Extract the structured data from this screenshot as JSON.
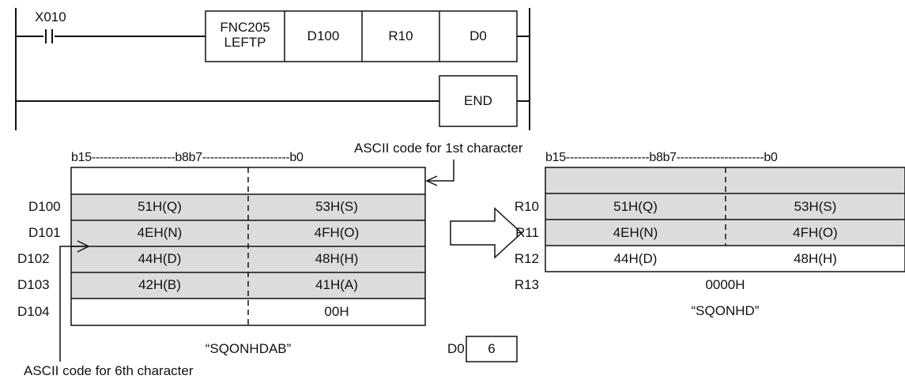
{
  "ladder": {
    "contact": "X010",
    "instruction": {
      "line1": "FNC205",
      "line2": "LEFTP"
    },
    "operands": [
      "D100",
      "R10",
      "D0"
    ],
    "end_label": "END"
  },
  "notes": {
    "first_char": "ASCII code for 1st character",
    "sixth_char": "ASCII code for 6th character"
  },
  "source": {
    "bit_header": "b15---------------------b8b7----------------------b0",
    "rows": [
      {
        "label": "D100",
        "high": "51H(Q)",
        "low": "53H(S)",
        "shaded": true
      },
      {
        "label": "D101",
        "high": "4EH(N)",
        "low": "4FH(O)",
        "shaded": true
      },
      {
        "label": "D102",
        "high": "44H(D)",
        "low": "48H(H)",
        "shaded": true
      },
      {
        "label": "D103",
        "high": "42H(B)",
        "low": "41H(A)",
        "shaded": false
      },
      {
        "label": "D104",
        "high": "",
        "low": "00H",
        "shaded": false
      }
    ],
    "string": "“SQONHDAB”"
  },
  "result": {
    "bit_header": "b15---------------------b8b7----------------------b0",
    "rows": [
      {
        "label": "R10",
        "high": "51H(Q)",
        "low": "53H(S)",
        "shaded": true
      },
      {
        "label": "R11",
        "high": "4EH(N)",
        "low": "4FH(O)",
        "shaded": true
      },
      {
        "label": "R12",
        "high": "44H(D)",
        "low": "48H(H)",
        "shaded": true
      },
      {
        "label": "R13",
        "full": "0000H",
        "shaded": false
      }
    ],
    "string": "“SQONHD”"
  },
  "count": {
    "label": "D0",
    "value": "6"
  },
  "colors": {
    "shade": "#dcdcdc",
    "line": "#111111"
  }
}
